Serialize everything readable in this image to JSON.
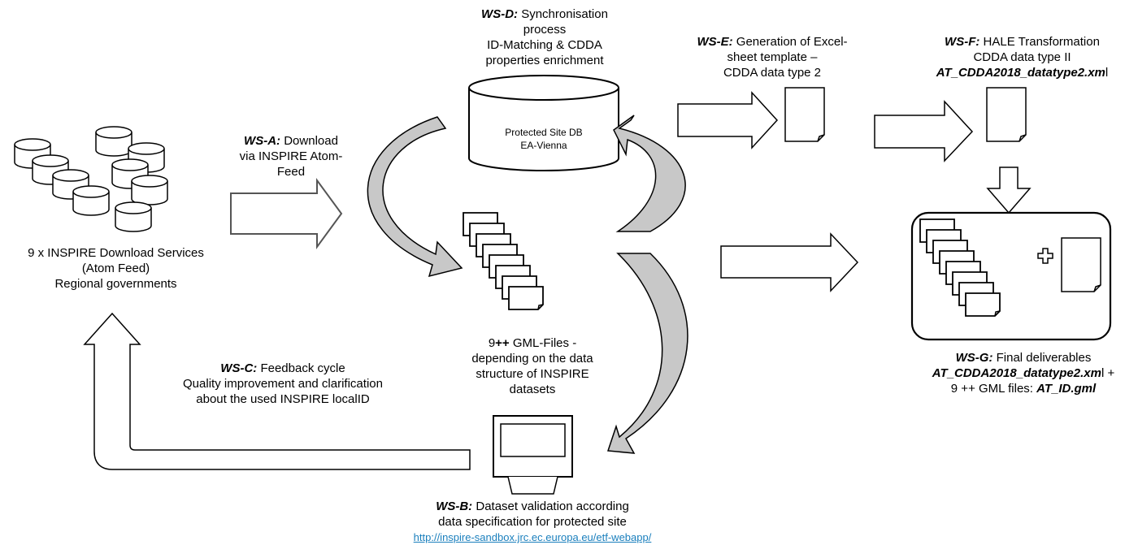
{
  "db_label": {
    "line1": "Protected Site DB",
    "line2": "EA-Vienna"
  },
  "sources_label": {
    "line1": "9 x INSPIRE Download Services",
    "line2": "(Atom Feed)",
    "line3": "Regional governments"
  },
  "ws_a": {
    "tag": "WS-A:",
    "line1": " Download",
    "line2": "via INSPIRE Atom-",
    "line3": "Feed"
  },
  "ws_d": {
    "tag": "WS-D:",
    "line1": " Synchronisation",
    "line2": "process",
    "line3": "ID-Matching & CDDA",
    "line4": "properties enrichment"
  },
  "ws_e": {
    "tag": "WS-E:",
    "line1": " Generation of Excel-",
    "line2": "sheet  template –",
    "line3": "CDDA data type 2"
  },
  "ws_f": {
    "tag": "WS-F:",
    "line1": " HALE Transformation",
    "line2": "CDDA data type II",
    "line3_bold": "AT_CDDA2018_datatype2.xm",
    "line3_plain": "l"
  },
  "gml": {
    "line1_a": "9",
    "line1_b": "++",
    "line1_c": " GML-Files -",
    "line2": "depending on the data",
    "line3": "structure of INSPIRE",
    "line4": "datasets"
  },
  "ws_c": {
    "tag": "WS-C:",
    "line1": " Feedback cycle",
    "line2": "Quality improvement and clarification",
    "line3": "about the used INSPIRE localID"
  },
  "ws_b": {
    "tag": "WS-B:",
    "line1": " Dataset validation according",
    "line2": "data specification for protected site",
    "link": "http://inspire-sandbox.jrc.ec.europa.eu/etf-webapp/"
  },
  "ws_g": {
    "tag": "WS-G:",
    "line1": " Final deliverables",
    "line2_bold": "AT_CDDA2018_datatype2.xm",
    "line2_plain": "l +",
    "line3_plain": "9 ++ GML files: ",
    "line3_bold": "AT_ID.gml"
  }
}
